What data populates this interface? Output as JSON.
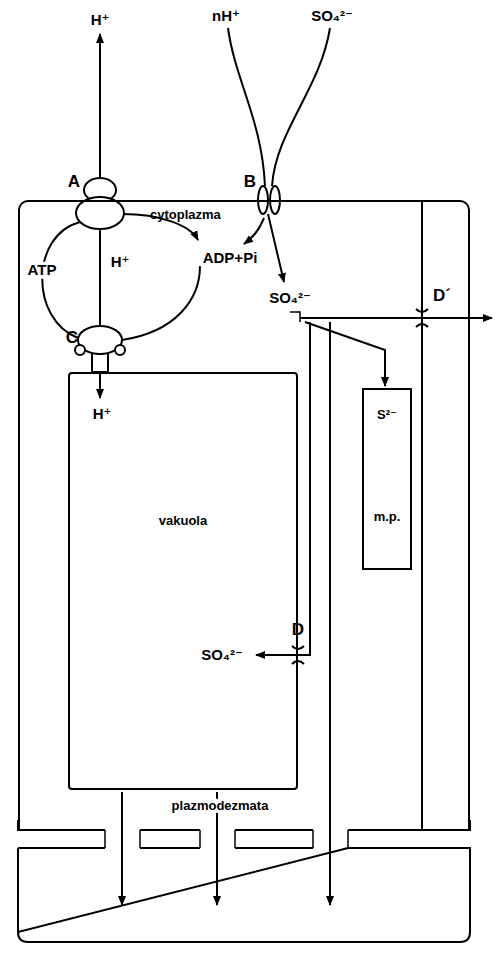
{
  "diagram": {
    "nodes": [
      {
        "text": [
          "cytoplazma"
        ]
      },
      {
        "text": [
          "vakuola"
        ],
        "in": 0
      },
      {
        "text": [
          "S²⁻",
          "m.p."
        ],
        "in": 0
      }
    ],
    "labels": [
      "H⁺",
      "A",
      "nH⁺",
      "SO₄²⁻",
      "B",
      "ATP",
      "H⁺",
      "ADP+Pi",
      "SO₄²⁻",
      "D´",
      "C",
      "H⁺",
      "SO₄²⁻",
      "D",
      "plazmodezmata"
    ]
  }
}
